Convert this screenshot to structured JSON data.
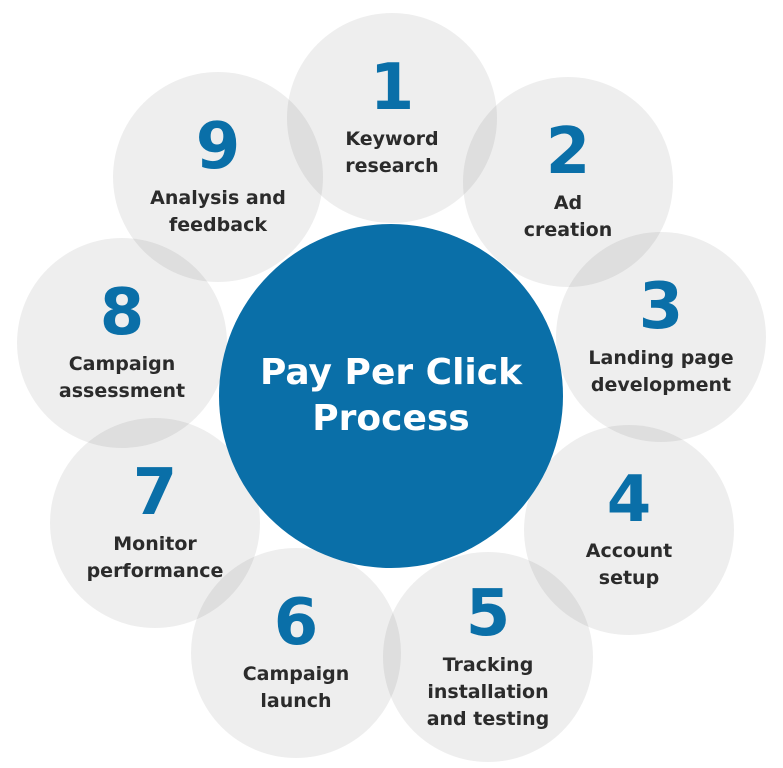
{
  "title": "Pay Per Click\nProcess",
  "colors": {
    "accent": "#0a6fa8",
    "circle": "#efefef",
    "text": "#2b2b2b"
  },
  "steps": [
    {
      "number": "1",
      "label": "Keyword\nresearch"
    },
    {
      "number": "2",
      "label": "Ad\ncreation"
    },
    {
      "number": "3",
      "label": "Landing page\ndevelopment"
    },
    {
      "number": "4",
      "label": "Account\nsetup"
    },
    {
      "number": "5",
      "label": "Tracking\ninstallation\nand testing"
    },
    {
      "number": "6",
      "label": "Campaign\nlaunch"
    },
    {
      "number": "7",
      "label": "Monitor\nperformance"
    },
    {
      "number": "8",
      "label": "Campaign\nassessment"
    },
    {
      "number": "9",
      "label": "Analysis and\nfeedback"
    }
  ]
}
